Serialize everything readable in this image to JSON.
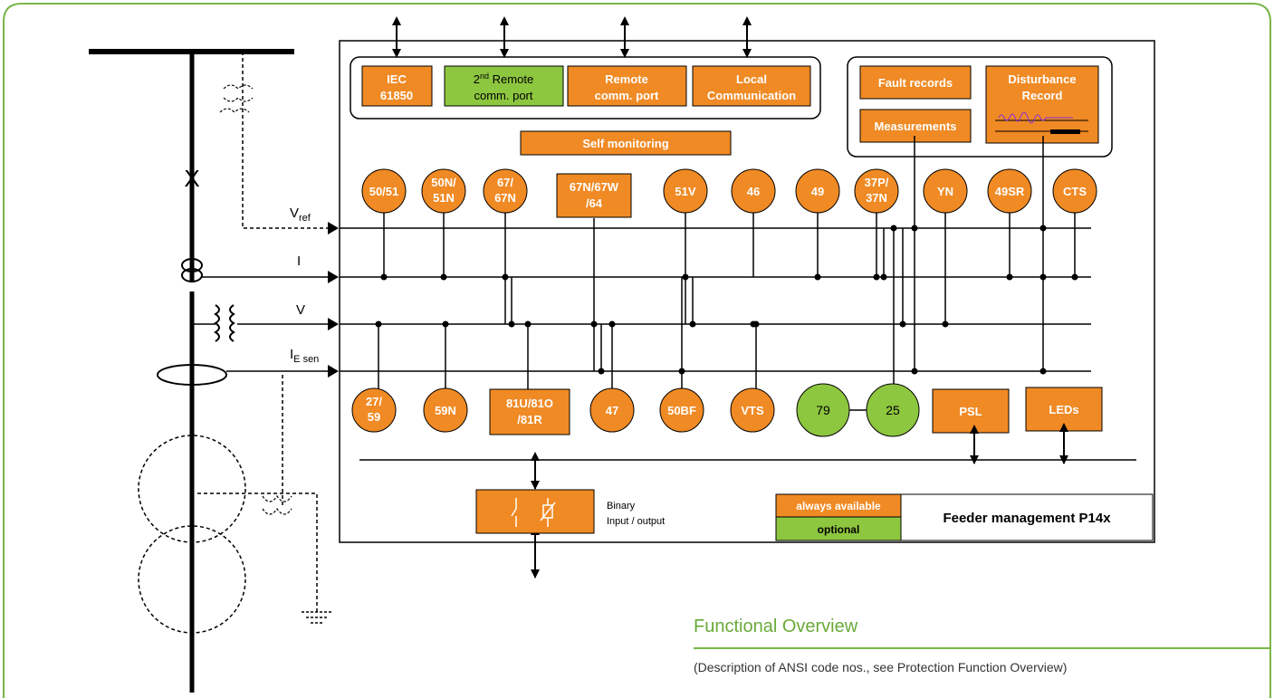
{
  "comm": {
    "iec_l1": "IEC",
    "iec_l2": "61850",
    "remote2_l1_base": "2",
    "remote2_l1_sup": "nd",
    "remote2_l1_rest": " Remote",
    "remote2_l2": "comm. port",
    "remote_l1": "Remote",
    "remote_l2": "comm. port",
    "local_l1": "Local",
    "local_l2": "Communication"
  },
  "records": {
    "fault": "Fault records",
    "measurements": "Measurements",
    "disturbance_l1": "Disturbance",
    "disturbance_l2": "Record"
  },
  "self_monitoring": "Self monitoring",
  "top_functions": {
    "f5051": "50/51",
    "f50n_l1": "50N/",
    "f50n_l2": "51N",
    "f67_l1": "67/",
    "f67_l2": "67N",
    "f67w_l1": "67N/67W",
    "f67w_l2": "/64",
    "f51v": "51V",
    "f46": "46",
    "f49": "49",
    "f37_l1": "37P/",
    "f37_l2": "37N",
    "fyn": "YN",
    "f49sr": "49SR",
    "fcts": "CTS"
  },
  "bottom_functions": {
    "f27_l1": "27/",
    "f27_l2": "59",
    "f59n": "59N",
    "f81_l1": "81U/81O",
    "f81_l2": "/81R",
    "f47": "47",
    "f50bf": "50BF",
    "fvts": "VTS",
    "f79": "79",
    "f25": "25",
    "psl": "PSL",
    "leds": "LEDs"
  },
  "inputs": {
    "vref": "V",
    "vref_sub": "ref",
    "i": "I",
    "v": "V",
    "iesen": "I",
    "iesen_sub": "E sen",
    "breaker": "X"
  },
  "binary_io": {
    "l1": "Binary",
    "l2": "Input / output"
  },
  "legend": {
    "always": "always available",
    "optional": "optional",
    "product": "Feeder management P14x"
  },
  "footer": {
    "title": "Functional Overview",
    "subtitle": "(Description of ANSI code nos., see Protection Function Overview)"
  },
  "colors": {
    "orange": "#f08a24",
    "green": "#8dc63f",
    "frame_green": "#7ab648",
    "title_green": "#6aaa3a"
  }
}
